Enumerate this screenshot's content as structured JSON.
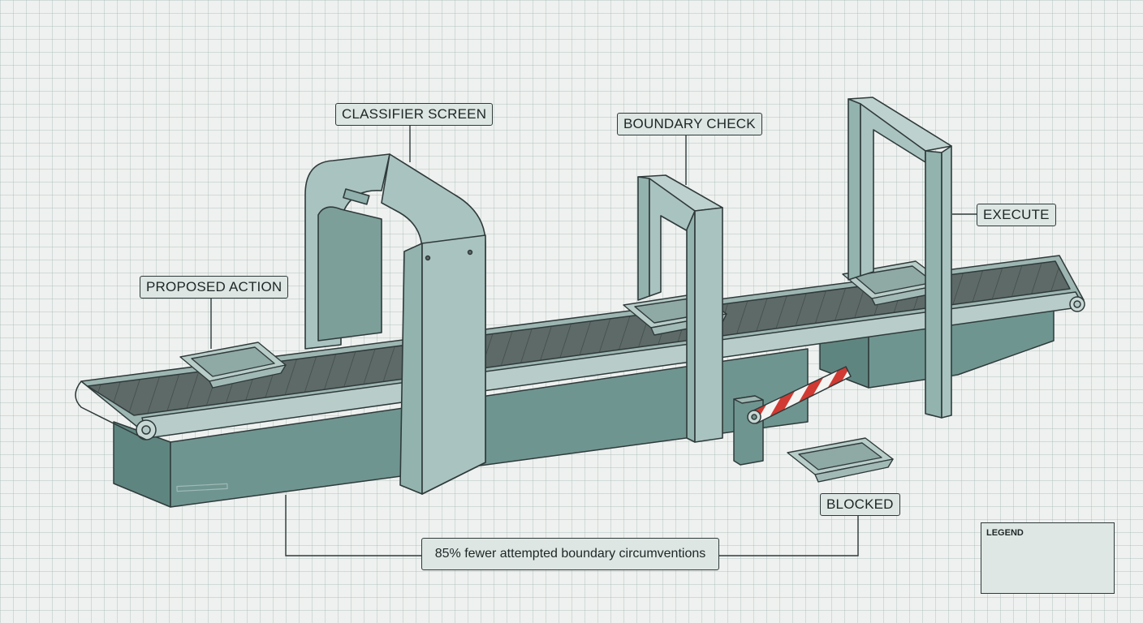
{
  "labels": {
    "proposed_action": "PROPOSED ACTION",
    "classifier_screen": "CLASSIFIER SCREEN",
    "boundary_check": "BOUNDARY CHECK",
    "execute": "EXECUTE",
    "blocked": "BLOCKED"
  },
  "stat": {
    "text": "85% fewer attempted boundary circumventions"
  },
  "legend": {
    "title": "LEGEND"
  },
  "colors": {
    "outline": "#2f3a3a",
    "gate_light": "#a9c3c0",
    "gate_mid": "#8fb0ac",
    "belt": "#5f6b69",
    "base": "#6f9590",
    "barrier_red": "#d03a32"
  }
}
